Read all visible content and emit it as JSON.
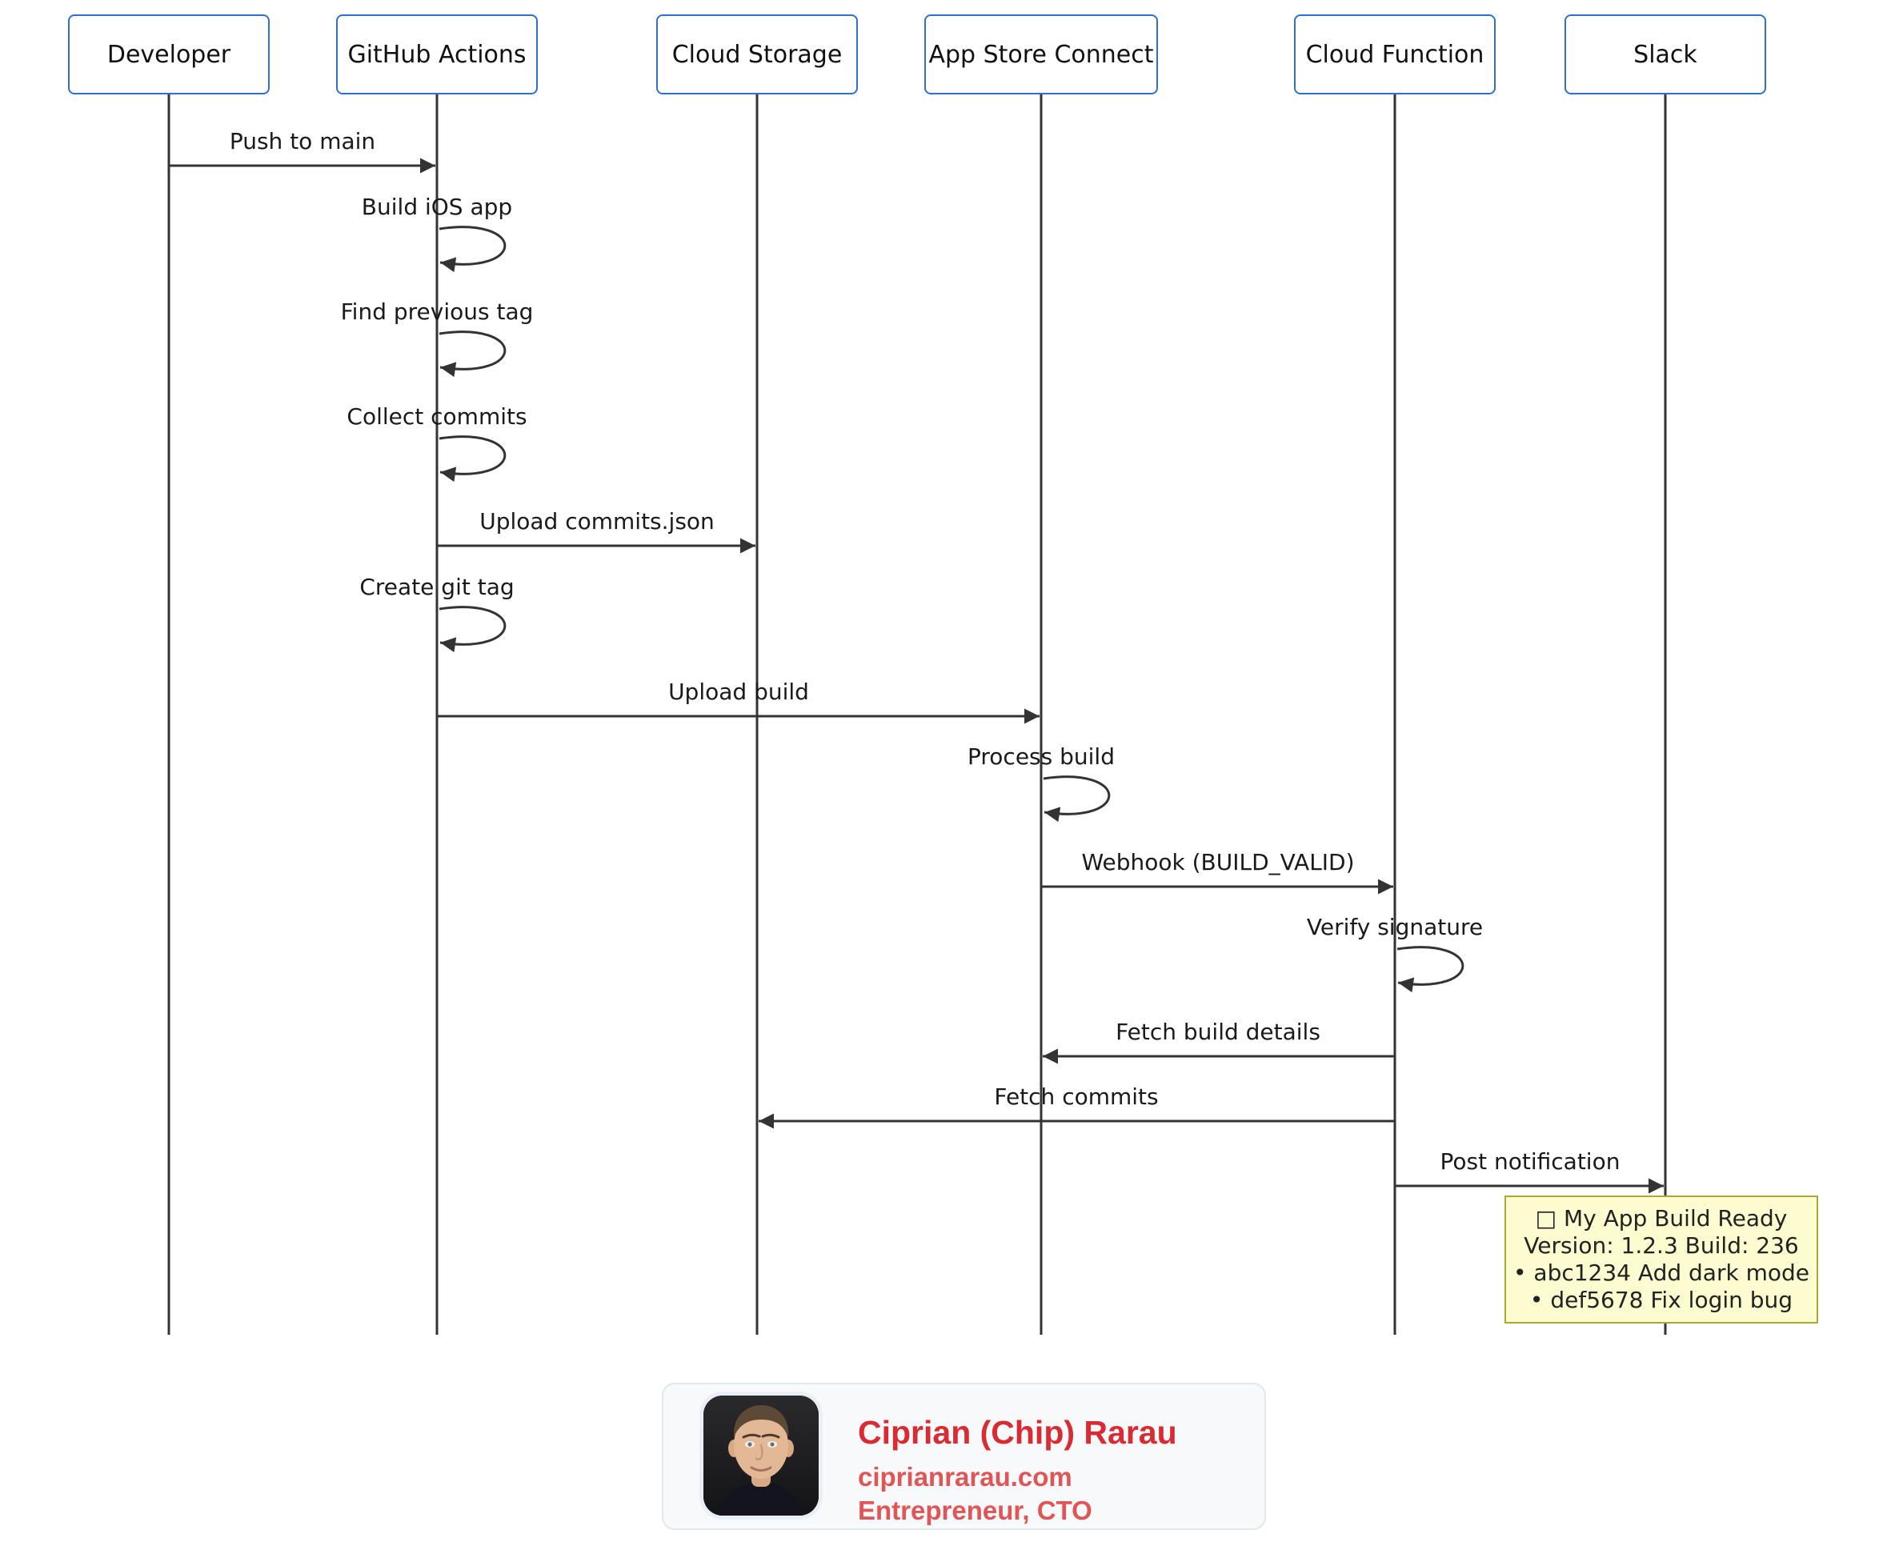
{
  "diagram": {
    "actors": [
      {
        "label": "Developer"
      },
      {
        "label": "GitHub Actions"
      },
      {
        "label": "Cloud Storage"
      },
      {
        "label": "App Store Connect"
      },
      {
        "label": "Cloud Function"
      },
      {
        "label": "Slack"
      }
    ],
    "messages": [
      {
        "label": "Push to main",
        "from": "Developer",
        "to": "GitHub Actions",
        "type": "arrow"
      },
      {
        "label": "Build iOS app",
        "from": "GitHub Actions",
        "to": "GitHub Actions",
        "type": "self"
      },
      {
        "label": "Find previous tag",
        "from": "GitHub Actions",
        "to": "GitHub Actions",
        "type": "self"
      },
      {
        "label": "Collect commits",
        "from": "GitHub Actions",
        "to": "GitHub Actions",
        "type": "self"
      },
      {
        "label": "Upload commits.json",
        "from": "GitHub Actions",
        "to": "Cloud Storage",
        "type": "arrow"
      },
      {
        "label": "Create git tag",
        "from": "GitHub Actions",
        "to": "GitHub Actions",
        "type": "self"
      },
      {
        "label": "Upload build",
        "from": "GitHub Actions",
        "to": "App Store Connect",
        "type": "arrow"
      },
      {
        "label": "Process build",
        "from": "App Store Connect",
        "to": "App Store Connect",
        "type": "self"
      },
      {
        "label": "Webhook (BUILD_VALID)",
        "from": "App Store Connect",
        "to": "Cloud Function",
        "type": "arrow"
      },
      {
        "label": "Verify signature",
        "from": "Cloud Function",
        "to": "Cloud Function",
        "type": "self"
      },
      {
        "label": "Fetch build details",
        "from": "Cloud Function",
        "to": "App Store Connect",
        "type": "arrow"
      },
      {
        "label": "Fetch commits",
        "from": "Cloud Function",
        "to": "Cloud Storage",
        "type": "arrow"
      },
      {
        "label": "Post notification",
        "from": "Cloud Function",
        "to": "Slack",
        "type": "arrow"
      }
    ],
    "note": {
      "target": "Slack",
      "lines": [
        "□ My App Build Ready",
        "Version: 1.2.3 Build: 236",
        "• abc1234 Add dark mode",
        "• def5678 Fix login bug"
      ]
    },
    "colors": {
      "actor_border": "#2f6fd2",
      "line": "#333333",
      "note_bg": "#fcfcd0",
      "note_border": "#aaaa33"
    }
  },
  "profile_card": {
    "name": "Ciprian (Chip) Rarau",
    "website": "ciprianrarau.com",
    "title": "Entrepreneur, CTO",
    "name_color": "#d92b32",
    "accent_color": "#e05555"
  }
}
